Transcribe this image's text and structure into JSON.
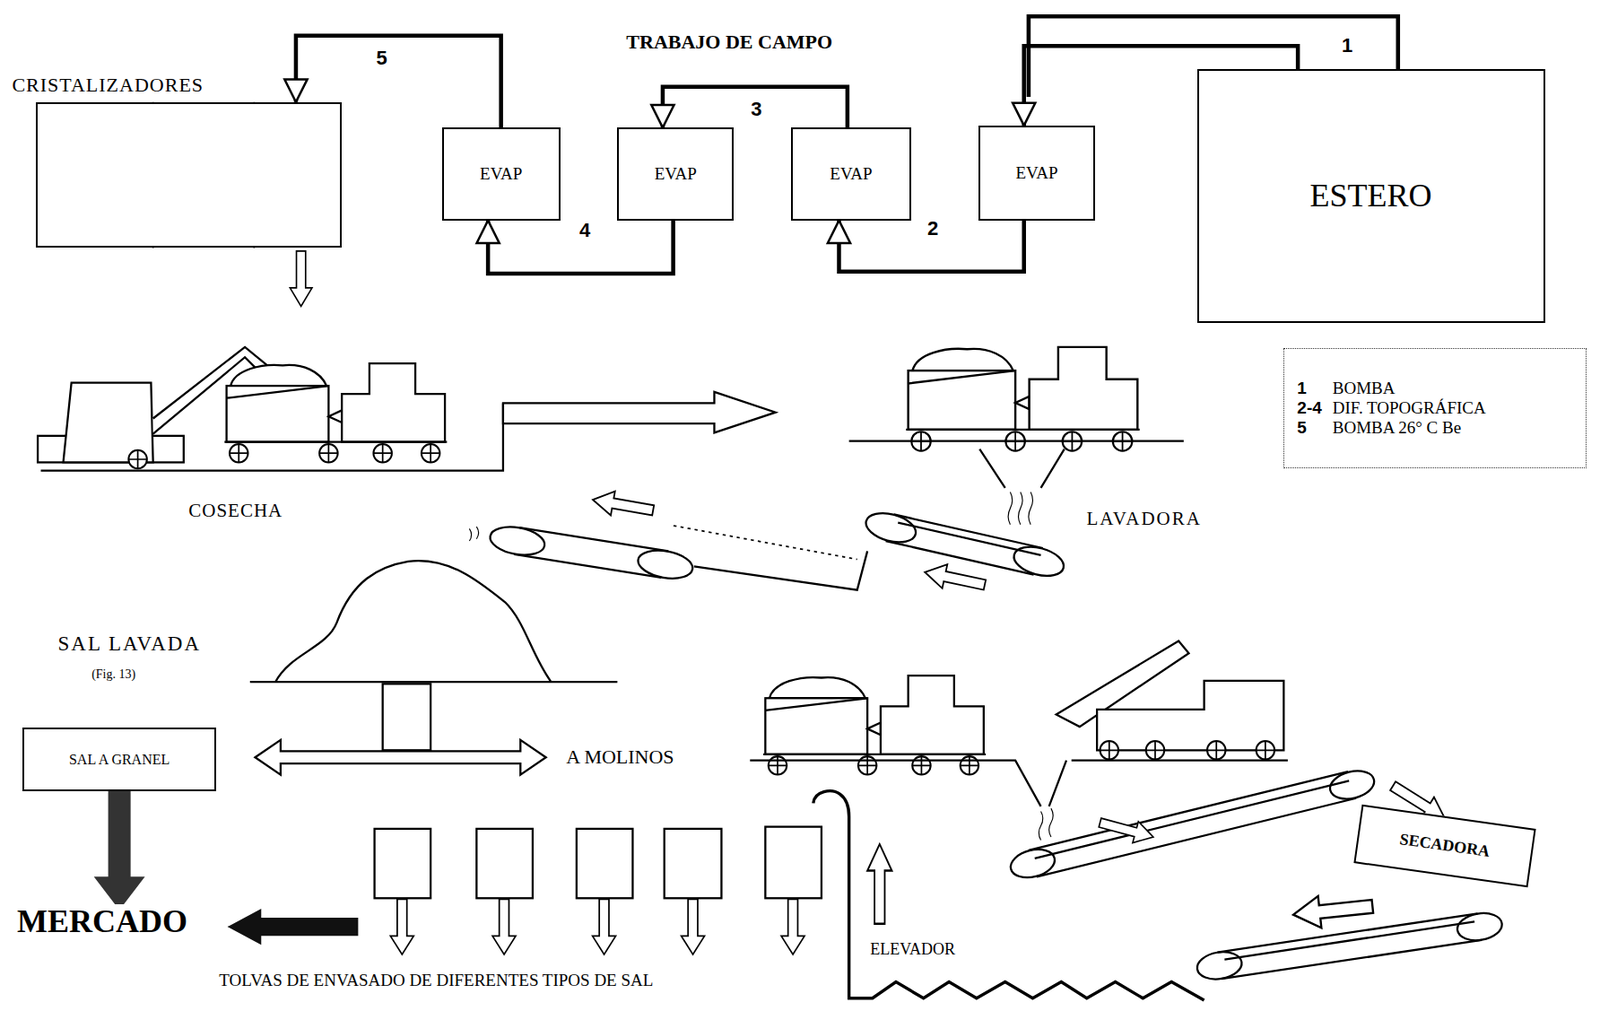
{
  "diagram": {
    "nodes": [
      {
        "text": [
          "CRISTALIZADORES"
        ]
      },
      {
        "text": [
          "EVAP"
        ]
      },
      {
        "text": [
          "EVAP"
        ]
      },
      {
        "text": [
          "EVAP"
        ]
      },
      {
        "text": [
          "EVAP"
        ]
      },
      {
        "text": [
          "ESTERO"
        ]
      },
      {
        "text": [
          "1",
          "BOMBA",
          "2-4",
          "DIF. TOPOGRÁFICA",
          "5",
          "BOMBA 26° C Be"
        ]
      },
      {
        "text": [
          "SAL A GRANEL"
        ]
      },
      {
        "text": [
          "SECADORA"
        ]
      }
    ],
    "edges": [
      {
        "from": 5,
        "to": 4,
        "arrow": "to",
        "label": "1"
      },
      {
        "from": 4,
        "to": 3,
        "arrow": "to",
        "label": "2"
      },
      {
        "from": 3,
        "to": 2,
        "arrow": "to",
        "label": "3"
      },
      {
        "from": 2,
        "to": 1,
        "arrow": "to",
        "label": "4"
      },
      {
        "from": 1,
        "to": 0,
        "arrow": "to",
        "label": "5"
      }
    ],
    "labels": [
      "TRABAJO DE CAMPO",
      "COSECHA",
      "LAVADORA",
      "SAL LAVADA",
      "(Fig. 13)",
      "A MOLINOS",
      "MERCADO",
      "TOLVAS DE ENVASADO DE DIFERENTES TIPOS DE SAL",
      "ELEVADOR"
    ]
  }
}
